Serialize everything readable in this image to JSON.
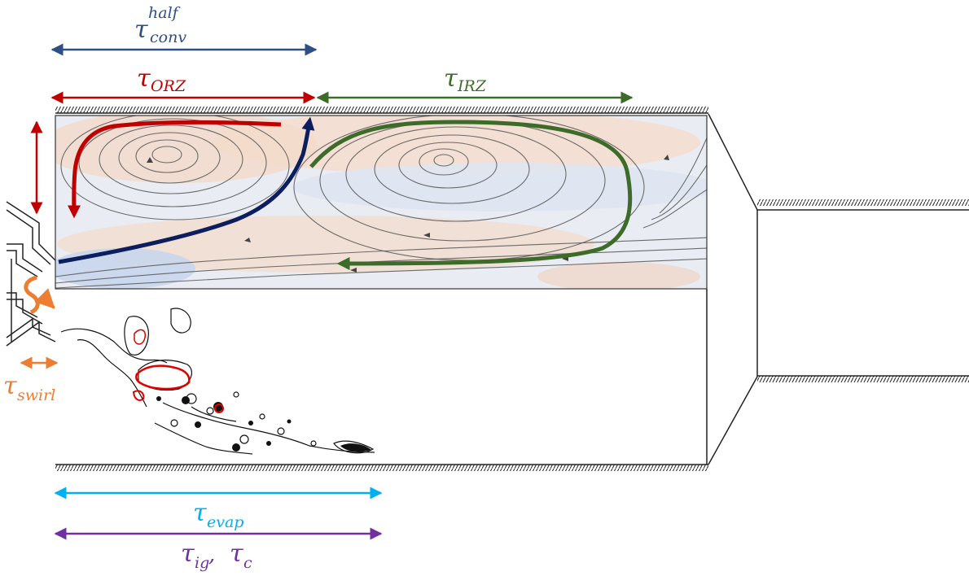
{
  "labels": {
    "tau": "τ",
    "conv_half_sup": "half",
    "conv_half_sub": "conv",
    "orz_sub": "ORZ",
    "irz_sub": "IRZ",
    "swirl_sub": "swirl",
    "evap_sub": "evap",
    "ig_sub": "ig",
    "c_sub": "c",
    "separator": " , "
  },
  "colors": {
    "conv": "#2e4f86",
    "orz": "#c00000",
    "irz": "#3d6b2a",
    "swirl": "#ed7d31",
    "evap": "#00b0f0",
    "ig": "#7030a0",
    "flow_arrow": "#0d1e5e",
    "streamline": "#555555",
    "wall": "#222222"
  },
  "icons": [
    "double-arrow",
    "swirl-arrow",
    "streamline-field",
    "flame-contour",
    "hatched-wall"
  ]
}
